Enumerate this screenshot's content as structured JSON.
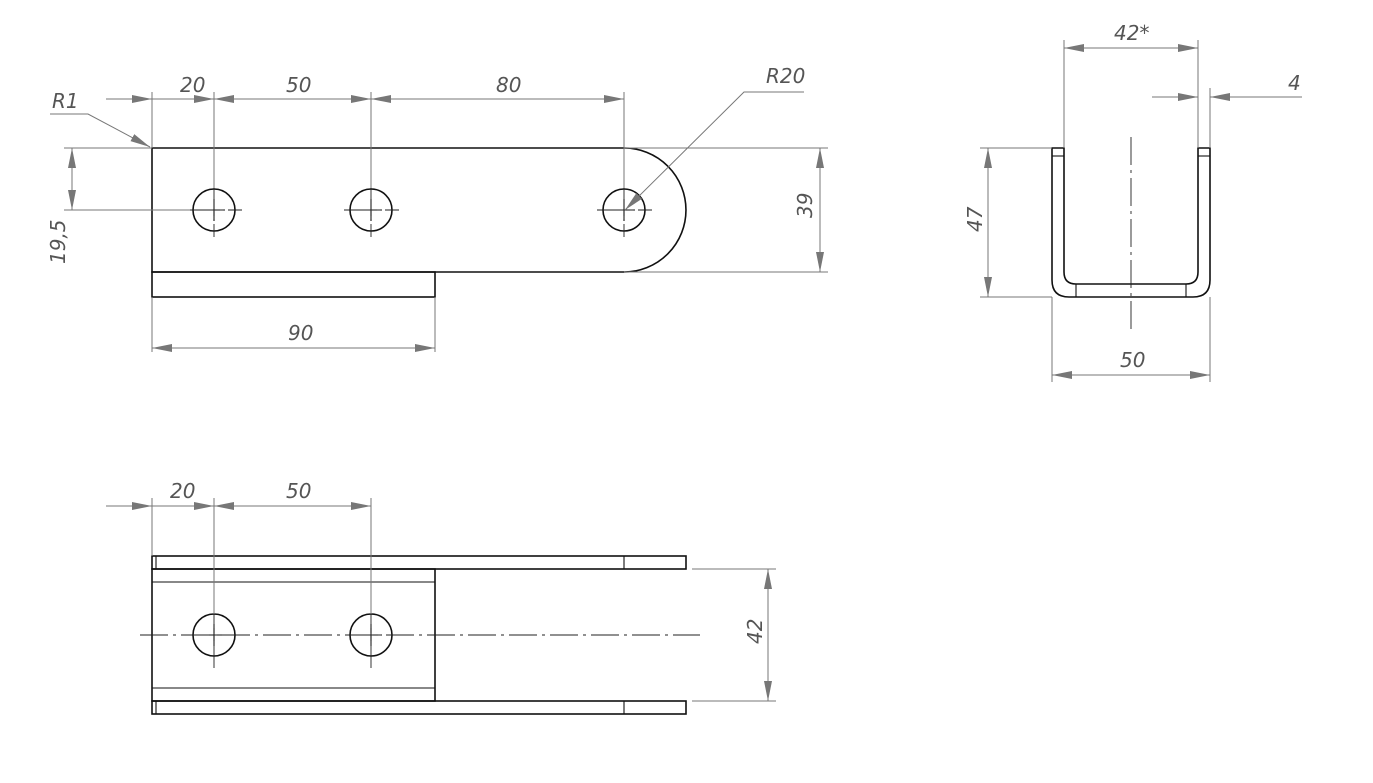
{
  "drawing": {
    "front_view": {
      "dims": {
        "r1": "R1",
        "d20": "20",
        "d50": "50",
        "d80": "80",
        "r20": "R20",
        "d19_5": "19,5",
        "d39": "39",
        "d90": "90"
      }
    },
    "side_view": {
      "dims": {
        "d42star": "42*",
        "d4": "4",
        "d47": "47",
        "d50": "50"
      }
    },
    "top_view": {
      "dims": {
        "d20": "20",
        "d50": "50",
        "d42": "42"
      }
    }
  }
}
